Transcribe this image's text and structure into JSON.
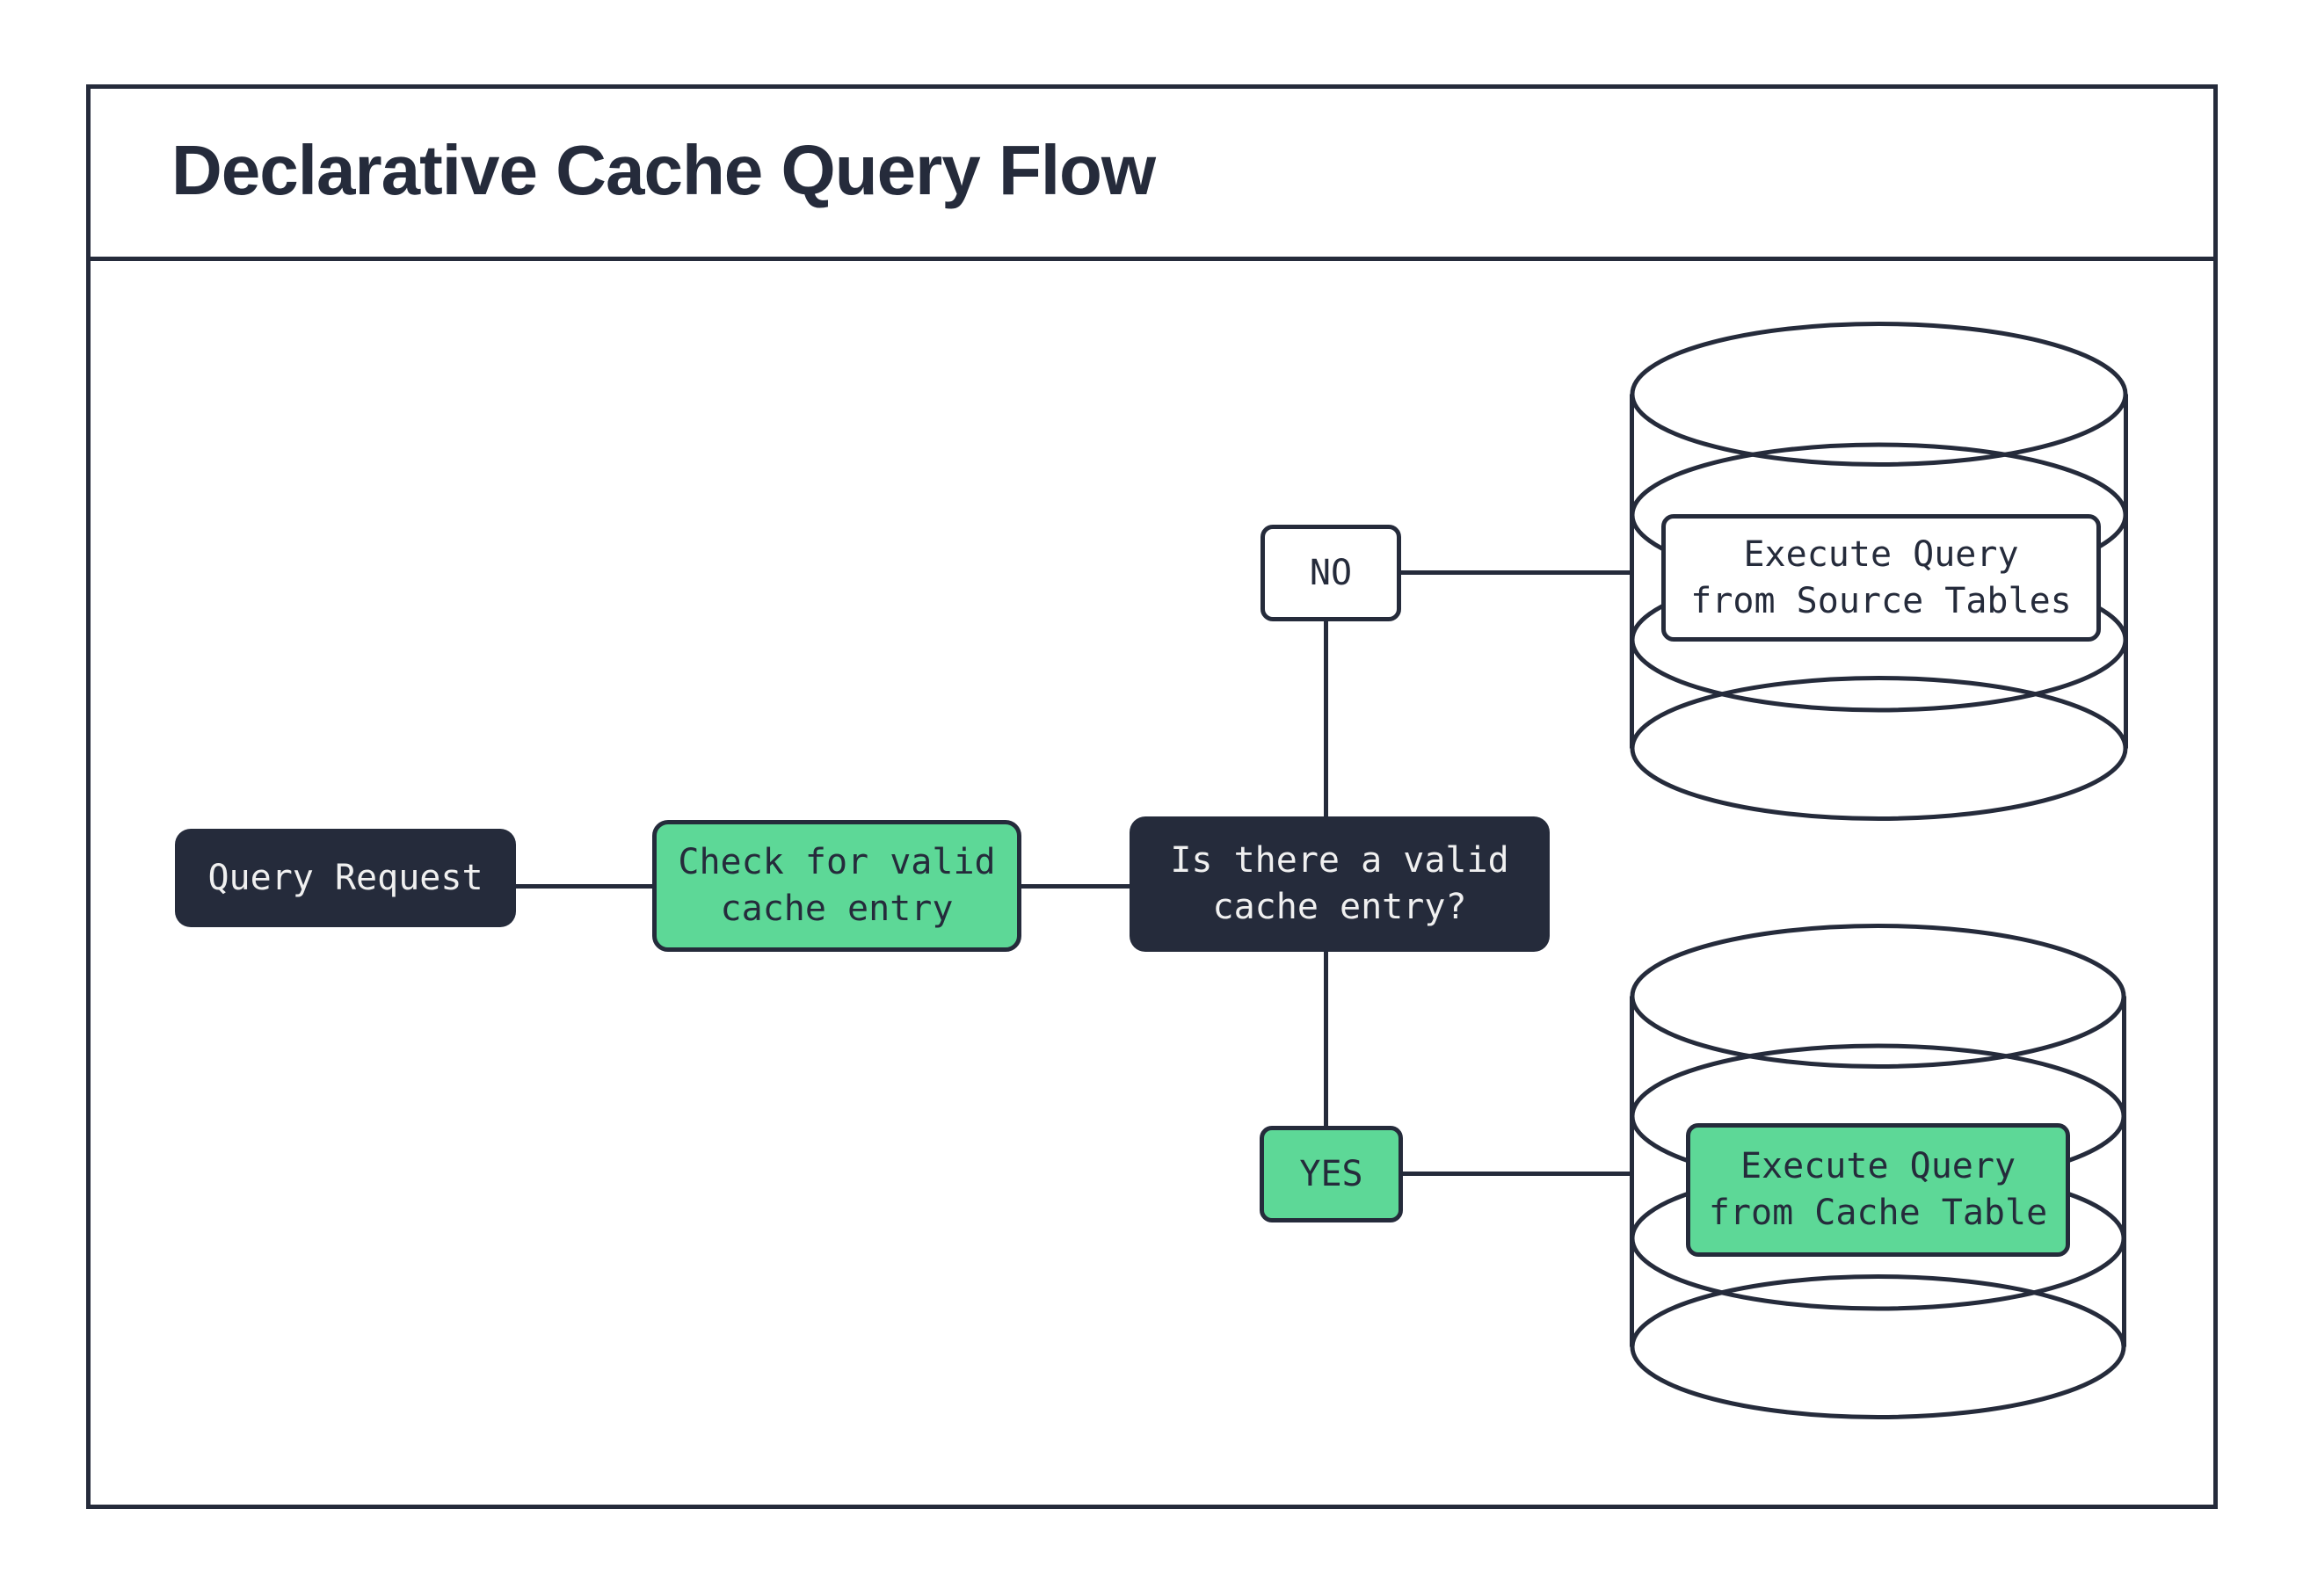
{
  "title": "Declarative Cache Query Flow",
  "colors": {
    "ink": "#252b3b",
    "green": "#5dd897",
    "paper": "#ffffff",
    "light_text": "#f0f0f0"
  },
  "nodes": {
    "query_request": {
      "label": "Query Request"
    },
    "check_cache": {
      "line1": "Check for valid",
      "line2": "cache entry"
    },
    "decision": {
      "line1": "Is there a valid",
      "line2": "cache entry?"
    },
    "no_branch": {
      "label": "NO"
    },
    "yes_branch": {
      "label": "YES"
    },
    "source_db": {
      "line1": "Execute Query",
      "line2": "from Source Tables"
    },
    "cache_db": {
      "line1": "Execute Query",
      "line2": "from Cache Table"
    }
  }
}
